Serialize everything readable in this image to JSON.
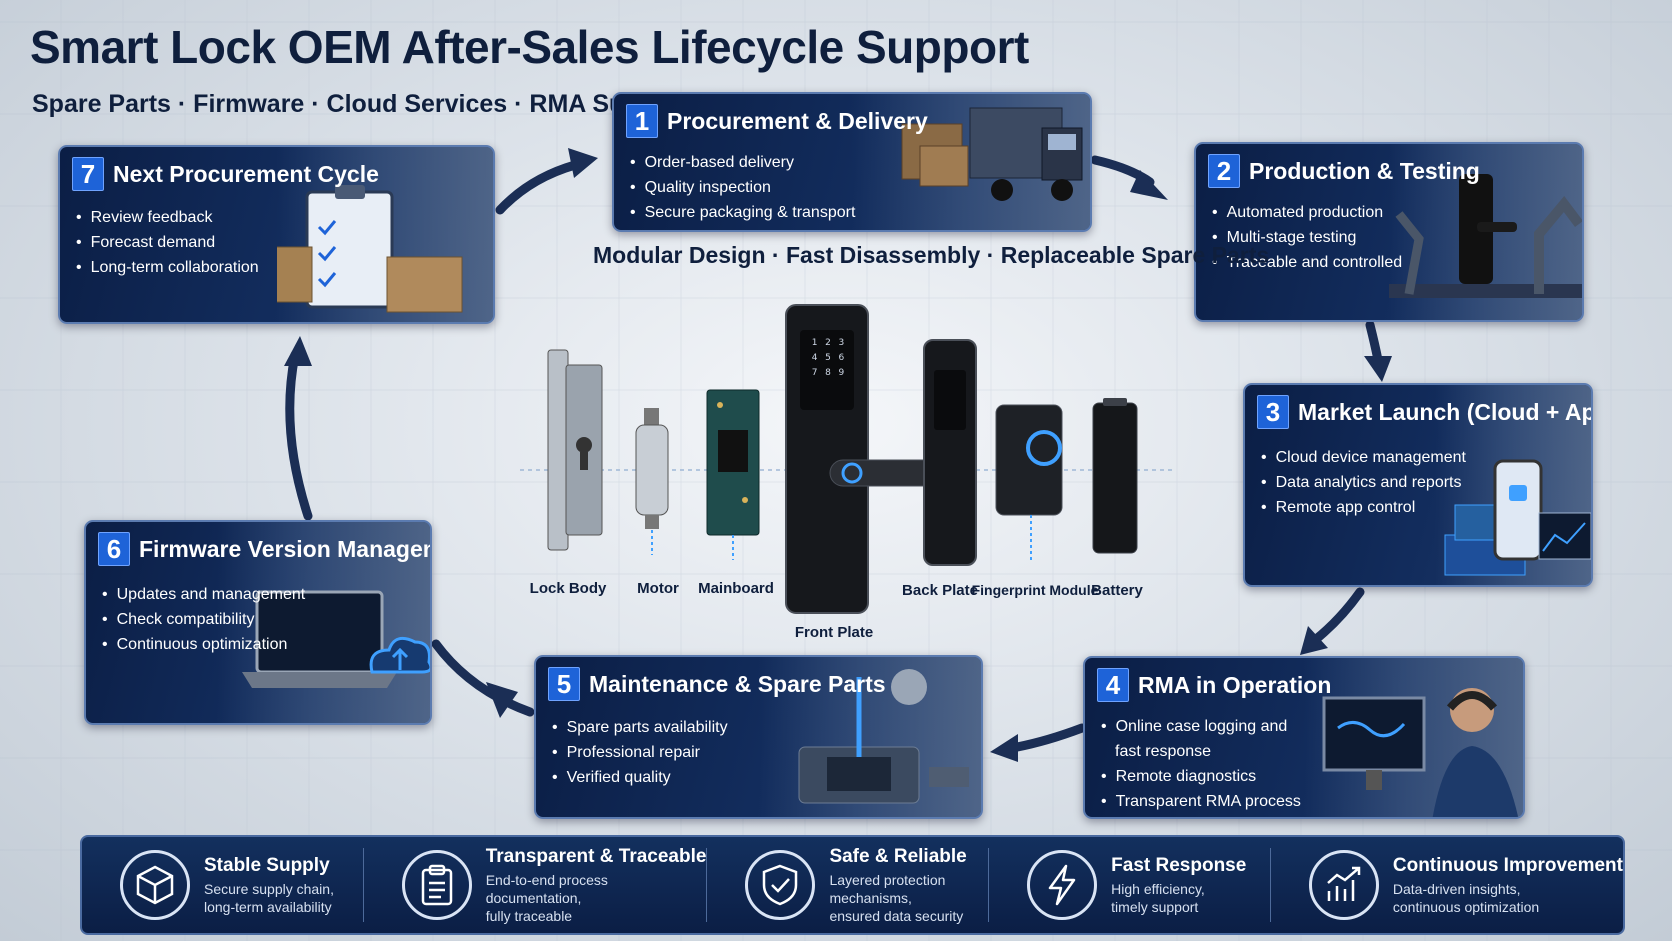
{
  "title": "Smart Lock OEM After-Sales Lifecycle Support",
  "subtitle": "Spare Parts · Firmware · Cloud Services · RMA Support",
  "center_tagline": "Modular Design · Fast Disassembly · Replaceable Spare Parts",
  "steps": [
    {
      "number": "1",
      "title": "Procurement & Delivery",
      "items": [
        "Order-based delivery",
        "Quality inspection",
        "Secure packaging & transport"
      ]
    },
    {
      "number": "2",
      "title": "Production & Testing",
      "items": [
        "Automated production",
        "Multi-stage testing",
        "Traceable and controlled"
      ]
    },
    {
      "number": "3",
      "title": "Market Launch (Cloud + App)",
      "items": [
        "Cloud device management",
        "Data analytics and reports",
        "Remote app control"
      ]
    },
    {
      "number": "4",
      "title": "RMA in Operation",
      "items": [
        "Online case logging and",
        "fast response",
        "Remote diagnostics",
        "Transparent RMA process"
      ]
    },
    {
      "number": "5",
      "title": "Maintenance & Spare Parts",
      "items": [
        "Spare parts availability",
        "Professional repair",
        "Verified quality"
      ]
    },
    {
      "number": "6",
      "title": "Firmware Version Management",
      "items": [
        "Updates and management",
        "Check compatibility",
        "Continuous optimization"
      ]
    },
    {
      "number": "7",
      "title": "Next Procurement Cycle",
      "items": [
        "Review feedback",
        "Forecast demand",
        "Long-term collaboration"
      ]
    }
  ],
  "parts": [
    "Lock Body",
    "Motor",
    "Mainboard",
    "Front Plate",
    "Back Plate",
    "Fingerprint Module",
    "Battery"
  ],
  "keypad_digits": [
    "1",
    "2",
    "3",
    "4",
    "5",
    "6",
    "7",
    "8",
    "9"
  ],
  "features": [
    {
      "icon": "cube-icon",
      "title": "Stable Supply",
      "desc": "Secure supply chain,\nlong-term availability"
    },
    {
      "icon": "clipboard-icon",
      "title": "Transparent & Traceable",
      "desc": "End-to-end process documentation,\nfully traceable"
    },
    {
      "icon": "shield-check-icon",
      "title": "Safe & Reliable",
      "desc": "Layered protection mechanisms,\nensured data security"
    },
    {
      "icon": "lightning-icon",
      "title": "Fast Response",
      "desc": "High efficiency,\ntimely support"
    },
    {
      "icon": "growth-chart-icon",
      "title": "Continuous Improvement",
      "desc": "Data-driven insights,\ncontinuous optimization"
    }
  ],
  "colors": {
    "navy": "#0b1e45",
    "accent_blue": "#1e63d8",
    "title_text": "#0f1f3d",
    "glow": "#3fa0ff"
  }
}
